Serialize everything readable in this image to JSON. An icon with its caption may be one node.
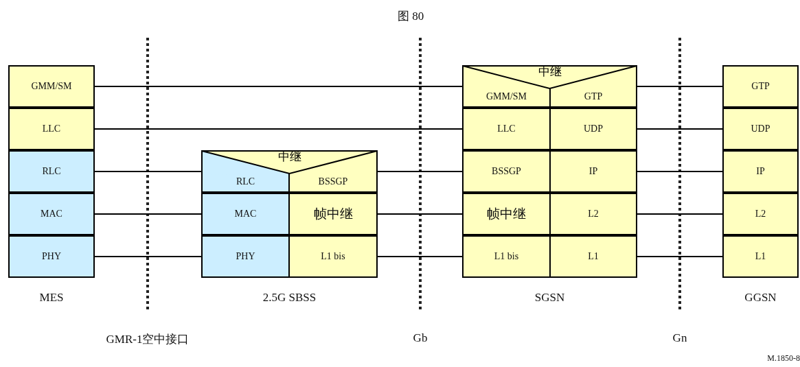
{
  "diagram": {
    "title": "图 80",
    "nodes": [
      {
        "text": [
          "MES"
        ]
      },
      {
        "text": [
          "GMM/SM"
        ],
        "in": 0
      },
      {
        "text": [
          "LLC"
        ],
        "in": 0
      },
      {
        "text": [
          "RLC"
        ],
        "in": 0
      },
      {
        "text": [
          "MAC"
        ],
        "in": 0
      },
      {
        "text": [
          "PHY"
        ],
        "in": 0
      },
      {
        "text": [
          "2.5G SBSS"
        ]
      },
      {
        "text": [
          "中继"
        ],
        "in": 6
      },
      {
        "text": [
          "RLC"
        ],
        "in": 6
      },
      {
        "text": [
          "BSSGP"
        ],
        "in": 6
      },
      {
        "text": [
          "MAC"
        ],
        "in": 6
      },
      {
        "text": [
          "帧中继"
        ],
        "in": 6
      },
      {
        "text": [
          "PHY"
        ],
        "in": 6
      },
      {
        "text": [
          "L1 bis"
        ],
        "in": 6
      },
      {
        "text": [
          "SGSN"
        ]
      },
      {
        "text": [
          "中继"
        ],
        "in": 14
      },
      {
        "text": [
          "GMM/SM"
        ],
        "in": 14
      },
      {
        "text": [
          "GTP"
        ],
        "in": 14
      },
      {
        "text": [
          "LLC"
        ],
        "in": 14
      },
      {
        "text": [
          "UDP"
        ],
        "in": 14
      },
      {
        "text": [
          "BSSGP"
        ],
        "in": 14
      },
      {
        "text": [
          "IP"
        ],
        "in": 14
      },
      {
        "text": [
          "帧中继"
        ],
        "in": 14
      },
      {
        "text": [
          "L2"
        ],
        "in": 14
      },
      {
        "text": [
          "L1 bis"
        ],
        "in": 14
      },
      {
        "text": [
          "L1"
        ],
        "in": 14
      },
      {
        "text": [
          "GGSN"
        ]
      },
      {
        "text": [
          "GTP"
        ],
        "in": 26
      },
      {
        "text": [
          "UDP"
        ],
        "in": 26
      },
      {
        "text": [
          "IP"
        ],
        "in": 26
      },
      {
        "text": [
          "L2"
        ],
        "in": 26
      },
      {
        "text": [
          "L1"
        ],
        "in": 26
      }
    ],
    "edges": [
      {
        "from": 1,
        "to": 16,
        "arrow": "none"
      },
      {
        "from": 2,
        "to": 18,
        "arrow": "none"
      },
      {
        "from": 3,
        "to": 8,
        "arrow": "none"
      },
      {
        "from": 4,
        "to": 10,
        "arrow": "none"
      },
      {
        "from": 5,
        "to": 12,
        "arrow": "none"
      },
      {
        "from": 9,
        "to": 20,
        "arrow": "none"
      },
      {
        "from": 11,
        "to": 22,
        "arrow": "none"
      },
      {
        "from": 13,
        "to": 24,
        "arrow": "none"
      },
      {
        "from": 17,
        "to": 27,
        "arrow": "none"
      },
      {
        "from": 19,
        "to": 28,
        "arrow": "none"
      },
      {
        "from": 21,
        "to": 29,
        "arrow": "none"
      },
      {
        "from": 23,
        "to": 30,
        "arrow": "none"
      },
      {
        "from": 25,
        "to": 31,
        "arrow": "none"
      }
    ],
    "labels": [
      "GMR-1空中接口",
      "Gb",
      "Gn",
      "M.1850-8"
    ]
  }
}
